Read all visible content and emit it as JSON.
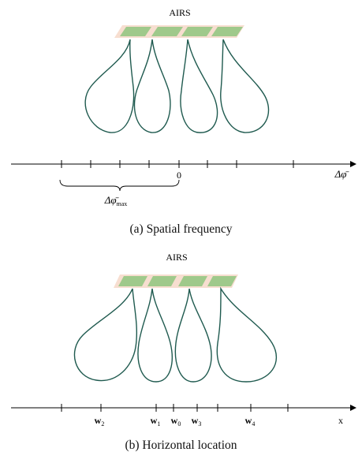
{
  "panel_a": {
    "array_label": "AIRS",
    "axis_label": "Δφ̄",
    "zero_label": "0",
    "range_label": "Δφ̄",
    "range_sub": "max",
    "caption": "(a) Spatial frequency"
  },
  "panel_b": {
    "array_label": "AIRS",
    "axis_label": "x",
    "labels": [
      {
        "base": "w",
        "sub": "2"
      },
      {
        "base": "w",
        "sub": "1"
      },
      {
        "base": "w",
        "sub": "0"
      },
      {
        "base": "w",
        "sub": "3"
      },
      {
        "base": "w",
        "sub": "4"
      }
    ],
    "caption": "(b) Horizontal location"
  },
  "colors": {
    "array_band": "#f7ded0",
    "element_fill": "#9fc98b",
    "lobe_stroke": "#1f5a4f",
    "axis": "#000000"
  }
}
